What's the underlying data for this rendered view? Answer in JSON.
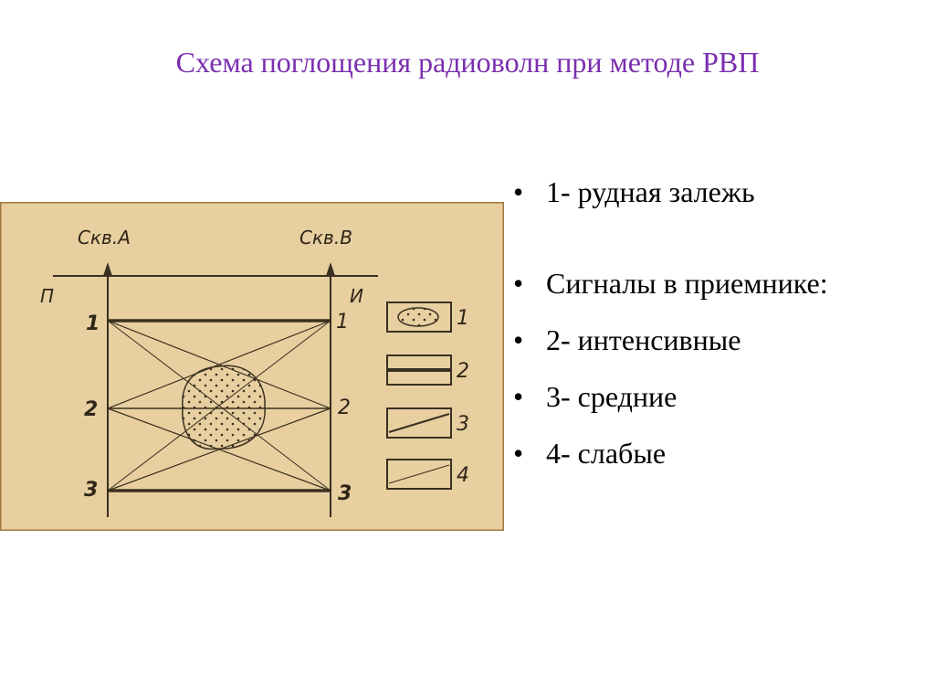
{
  "title": "Схема поглощения радиоволн при методе РВП",
  "bullets": [
    "1- рудная залежь",
    "Сигналы в приемнике:",
    "2- интенсивные",
    "3- средние",
    "4- слабые"
  ],
  "bullet_char": "•",
  "figure": {
    "well_a": "Скв.А",
    "well_b": "Скв.В",
    "left_mark": "П",
    "right_mark": "И",
    "depth_labels": [
      "1",
      "2",
      "3"
    ],
    "legend_numbers": [
      "1",
      "2",
      "3",
      "4"
    ],
    "colors": {
      "paper": "#e8cfa0",
      "ink": "#3a3020",
      "title": "#7b2fb0"
    }
  }
}
